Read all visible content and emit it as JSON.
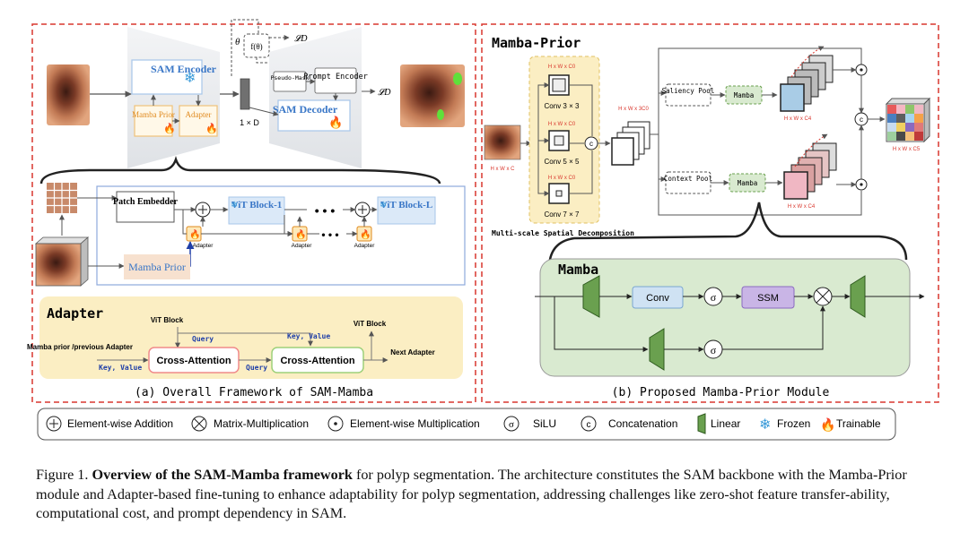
{
  "panel_a": {
    "sam_encoder": "SAM Encoder",
    "mamba_prior_small": "Mamba Prior",
    "adapter_small": "Adapter",
    "theta": "θ",
    "f_theta": "f(θ)",
    "loss_d_top": "𝓛D",
    "pseudo_mask": "Pseudo-Mask",
    "prompt_encoder": "Prompt Encoder",
    "sam_decoder": "SAM Decoder",
    "one_by_d": "1 × D",
    "loss_d_right": "𝓛D",
    "patch_embedder": "Patch Embedder",
    "vit_block_1": "ViT Block-1",
    "vit_block_l": "ViT Block-L",
    "adapter_label": "Adapter",
    "dots": "• • •",
    "mamba_prior": "Mamba Prior",
    "adapter_title": "Adapter",
    "vit_block_in": "ViT Block",
    "vit_block_out": "ViT Block",
    "query_1": "Query",
    "query_2": "Query",
    "key_value_1": "Key, Value",
    "key_value_2": "Key, Value",
    "mamba_prior_prev": "Mamba prior /previous Adapter",
    "cross_attention": "Cross-Attention",
    "next_adapter": "Next Adapter",
    "caption": "(a)  Overall Framework of SAM-Mamba"
  },
  "panel_b": {
    "title": "Mamba-Prior",
    "hwc0_1": "H x W x C0",
    "hwc0_2": "H x W x C0",
    "hwc0_3": "H x W x C0",
    "conv3": "Conv  3 × 3",
    "conv5": "Conv  5 × 5",
    "conv7": "Conv  7 × 7",
    "hwc": "H x W x C",
    "hw3c0": "H x W x 3C0",
    "saliency_pool": "Saliency Pool",
    "context_pool": "Context Pool",
    "mamba": "Mamba",
    "hwc4_1": "H x W x C4",
    "hwc4_2": "H x W x C4",
    "hwc5": "H x W x C5",
    "multiscale": "Multi-scale Spatial Decomposition",
    "mamba_block_title": "Mamba",
    "conv": "Conv",
    "sigma": "σ",
    "ssm": "SSM",
    "caption": "(b)  Proposed Mamba-Prior Module"
  },
  "legend": {
    "addition": "Element-wise Addition",
    "matmul": "Matrix-Multiplication",
    "elemmul": "Element-wise Multiplication",
    "silu": "SiLU",
    "concat": "Concatenation",
    "linear": "Linear",
    "frozen": "Frozen",
    "trainable": "Trainable"
  },
  "caption": {
    "prefix": "Figure 1. ",
    "bold": "Overview of the SAM-Mamba framework",
    "rest": " for polyp segmentation. The architecture constitutes the SAM backbone with the Mamba-Prior module and Adapter-based fine-tuning to enhance adaptability for polyp segmentation, addressing challenges like zero-shot feature transfer-ability, computational cost, and prompt dependency in SAM."
  },
  "colors": {
    "red_dash": "#d9372e",
    "blue_text": "#3a77c7",
    "orange_text": "#e08a1e",
    "green_panel": "#d9ead0",
    "yellow_panel": "#fbeec3",
    "conv_blue": "#cfe2f3",
    "ssm_purple": "#c9b5e6",
    "linear_green": "#6aa04f"
  }
}
